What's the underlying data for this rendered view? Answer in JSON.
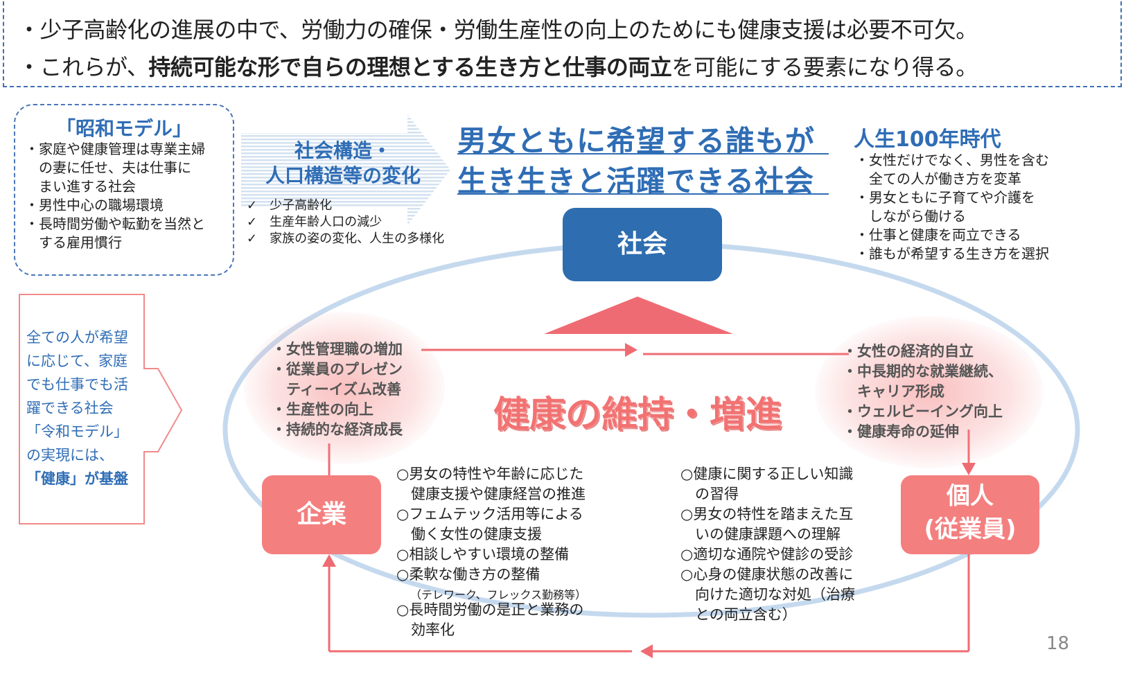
{
  "header": {
    "line1": "・少子高齢化の進展の中で、労働力の確保・労働生産性の向上のためにも健康支援は必要不可欠。",
    "line2_pre": "・これらが、",
    "line2_bold": "持続可能な形で自らの理想とする生き方と仕事の両立",
    "line2_post": "を可能にする要素になり得る。"
  },
  "showa": {
    "title": "「昭和モデル」",
    "items": [
      "・家庭や健康管理は専業主婦",
      "　の妻に任せ、夫は仕事に",
      "　まい進する社会",
      "・男性中心の職場環境",
      "・長時間労働や転勤を当然と",
      "　する雇用慣行"
    ]
  },
  "change": {
    "title_line1": "社会構造・",
    "title_line2": "人口構造等の変化",
    "items": [
      "✓　少子高齢化",
      "✓　生産年齢人口の減少",
      "✓　家族の姿の変化、人生の多様化"
    ]
  },
  "headline": {
    "line1": "男女ともに希望する誰もが",
    "line2": "生き生きと活躍できる社会"
  },
  "life100": {
    "title": "人生100年時代",
    "items": [
      "・女性だけでなく、男性を含む",
      "　全ての人が働き方を変革",
      "・男女ともに子育てや介護を",
      "　しながら働ける",
      "・仕事と健康を両立できる",
      "・誰もが希望する生き方を選択"
    ]
  },
  "society": {
    "label": "社会"
  },
  "reiwa": {
    "lines": [
      "全ての人が希望",
      "に応じて、家庭",
      "でも仕事でも活",
      "躍できる社会",
      "「令和モデル」",
      "の実現には、"
    ],
    "bold_line": "「健康」が基盤"
  },
  "center": {
    "title": "健康の維持・増進"
  },
  "corporate_outcomes": [
    "・女性管理職の増加",
    "・従業員のプレゼン",
    "　ティーイズム改善",
    "・生産性の向上",
    "・持続的な経済成長"
  ],
  "individual_outcomes": [
    "・女性の経済的自立",
    "・中長期的な就業継続、",
    "　キャリア形成",
    "・ウェルビーイング向上",
    "・健康寿命の延伸"
  ],
  "company": {
    "label": "企業",
    "items": [
      "○男女の特性や年齢に応じた",
      "　健康支援や健康経営の推進",
      "○フェムテック活用等による",
      "　働く女性の健康支援",
      "○相談しやすい環境の整備",
      "○柔軟な働き方の整備"
    ],
    "small_note": "（テレワーク、フレックス勤務等）",
    "last_items": [
      "○長時間労働の是正と業務の",
      "　効率化"
    ]
  },
  "individual": {
    "label_line1": "個人",
    "label_line2": "(従業員)",
    "items": [
      "○健康に関する正しい知識",
      "　の習得",
      "○男女の特性を踏まえた互",
      "　いの健康課題への理解",
      "○適切な通院や健診の受診",
      "○心身の健康状態の改善に",
      "　向けた適切な対処（治療",
      "　との両立含む）"
    ]
  },
  "page_number": "18",
  "colors": {
    "blue": "#2f6db5",
    "pink": "#f47f7f",
    "red_line": "#ef6b73"
  }
}
